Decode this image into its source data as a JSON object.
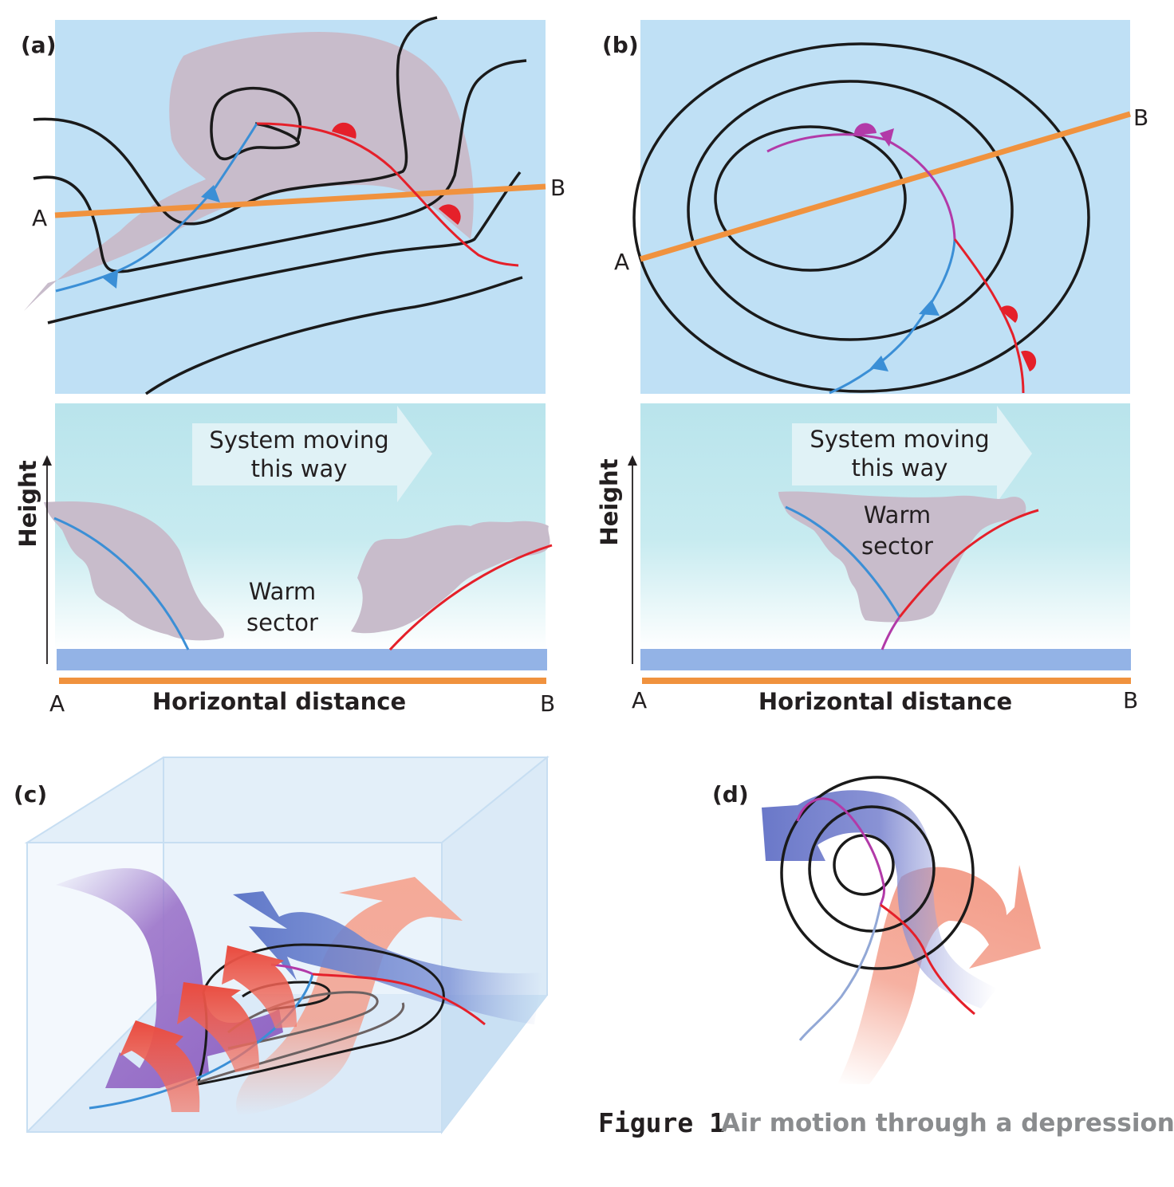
{
  "panels": {
    "a": {
      "label": "(a)",
      "section_a": "A",
      "section_b": "B",
      "arrow_text_1": "System moving",
      "arrow_text_2": "this way",
      "warm_1": "Warm",
      "warm_2": "sector",
      "y_axis": "Height",
      "x_axis": "Horizontal distance",
      "x_left": "A",
      "x_right": "B"
    },
    "b": {
      "label": "(b)",
      "section_a": "A",
      "section_b": "B",
      "arrow_text_1": "System moving",
      "arrow_text_2": "this way",
      "warm_1": "Warm",
      "warm_2": "sector",
      "y_axis": "Height",
      "x_axis": "Horizontal distance",
      "x_left": "A",
      "x_right": "B"
    },
    "c": {
      "label": "(c)"
    },
    "d": {
      "label": "(d)"
    }
  },
  "caption": {
    "number": "Figure 1",
    "text": "Air motion through a depression"
  },
  "colors": {
    "sky": "#bfe0f5",
    "cloud": "#c8bccb",
    "cold_front": "#3b8fd6",
    "warm_front": "#e5202a",
    "occluded_front": "#b23aa8",
    "section_line": "#f0923e",
    "ground": "#93b3e6"
  }
}
